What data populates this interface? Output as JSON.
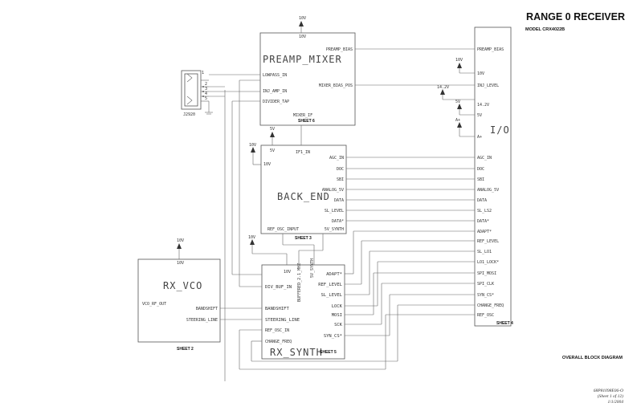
{
  "title": "RANGE 0 RECEIVER",
  "model": "MODEL CRX4022B",
  "footer_label": "OVERALL BLOCK DIAGRAM",
  "doc_number": "68P81098E06-O",
  "sheet_info": "(Sheet 1 of 12)",
  "date": "1/1/2004",
  "supply": {
    "v10": "10V",
    "v5": "5V",
    "v14_2": "14.2V",
    "a_plus": "A+"
  },
  "blocks": {
    "preamp": {
      "name": "PREAMP_MIXER",
      "sheet": "SHEET 6",
      "top_supply": "10V",
      "pins": {
        "preamp_bias": "PREAMP_BIAS",
        "lowpass_in": "LOWPASS_IN",
        "inj_amp_in": "INJ_AMP_IN",
        "mixer_bias_pos": "MIXER_BIAS_POS",
        "divider_tap": "DIVIDER_TAP",
        "mixer_if": "MIXER_IF"
      }
    },
    "backend": {
      "name": "BACK_END",
      "sheet": "SHEET 3",
      "pins": {
        "ifi_in": "IF1_IN",
        "v10": "10V",
        "agc_in": "AGC_IN",
        "doc": "DOC",
        "sbi": "SBI",
        "analog_5v": "ANALOG_5V",
        "data": "DATA",
        "sl_level": "SL_LEVEL",
        "data_n": "DATA*",
        "ref_osc_input": "REF_OSC_INPUT",
        "sv_synth": "5V_SYNTH"
      }
    },
    "io": {
      "name": "I/O",
      "sheet": "SHEET 4",
      "pins": [
        "PREAMP_BIAS",
        "10V",
        "INJ_LEVEL",
        "14.2V",
        "5V",
        "A+",
        "AGC_IN",
        "DOC",
        "SBI",
        "ANALOG_5V",
        "DATA",
        "SL_LS2",
        "DATA*",
        "ADAPT*",
        "REF_LEVEL",
        "SL_LO1",
        "LO1_LOCK*",
        "SPI_MOSI",
        "SPI_CLK",
        "SYN_CS*",
        "CHANGE_FREQ",
        "REF_OSC"
      ]
    },
    "vco": {
      "name": "RX_VCO",
      "sheet": "SHEET 2",
      "top_supply": "10V",
      "pins": {
        "vco_rf_out": "VCO_RF_OUT",
        "bandshift": "BANDSHIFT",
        "steering_line": "STEERING_LINE"
      }
    },
    "synth": {
      "name": "RX_SYNTH",
      "sheet": "SHEET 5",
      "pins": {
        "v10": "10V",
        "buffered": "BUFFERED_2.1_MHZ",
        "sv_synth": "5V_SYNTH",
        "adapt": "ADAPT*",
        "div_buf_in": "DIV_BUF_IN",
        "ref_level": "REF_LEVEL",
        "sl_level": "SL_LEVEL",
        "bandshift": "BANDSHIFT",
        "lock": "LOCK",
        "mosi": "MOSI",
        "steering_line": "STEERING_LINE",
        "sck": "SCK",
        "ref_osc_in": "REF_OSC_IN",
        "syn_cs": "SYN_CS*",
        "change_freq": "CHANGE_FREQ"
      }
    },
    "connector": {
      "name": "J2920",
      "pins": [
        "1",
        "2",
        "3",
        "4",
        "5"
      ]
    }
  }
}
